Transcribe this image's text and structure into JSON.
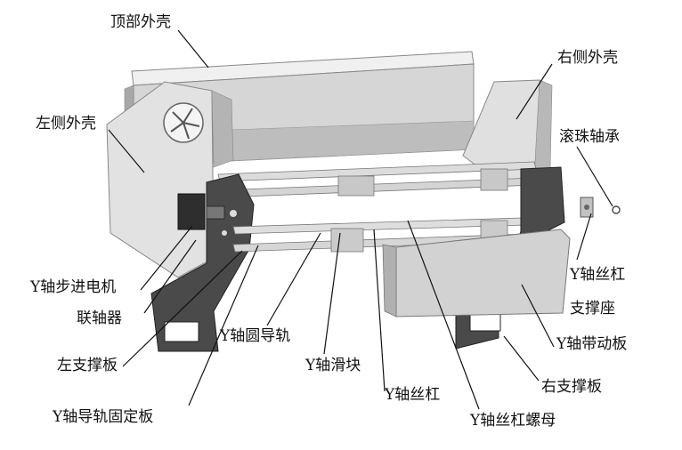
{
  "labels": {
    "top_shell": "顶部外壳",
    "right_shell": "右侧外壳",
    "left_shell": "左侧外壳",
    "ball_bearing": "滚珠轴承",
    "y_stepper_motor": "Y轴步进电机",
    "coupling": "联轴器",
    "y_screw_support_line1": "Y轴丝杠",
    "y_screw_support_line2": "支撑座",
    "y_round_guide": "Y轴圆导轨",
    "y_drive_plate": "Y轴带动板",
    "left_support_plate": "左支撑板",
    "y_slider": "Y轴滑块",
    "right_support_plate": "右支撑板",
    "y_lead_screw": "Y轴丝杠",
    "y_guide_fixing_plate": "Y轴导轨固定板",
    "y_lead_screw_nut": "Y轴丝杠螺母"
  },
  "colors": {
    "shell_light": "#e4e4e4",
    "shell_mid": "#c9c9c9",
    "shell_dark": "#9a9a9a",
    "plate_dark": "#4a4a4a",
    "rail": "#d8d8d8",
    "leader": "#111111"
  }
}
